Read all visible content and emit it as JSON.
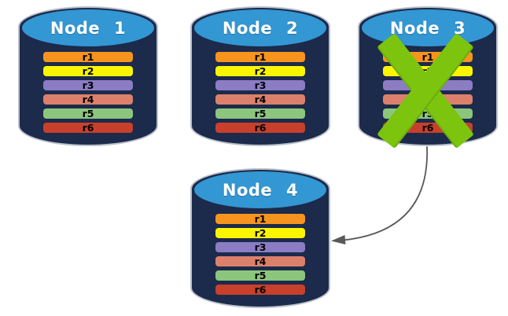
{
  "diagram": {
    "description": "Database replication failover diagram: four database nodes holding replicas r1-r6; Node 3 has failed (crossed out) and its data is redirected to Node 4",
    "colors": {
      "background": "#FFFFFF",
      "cylinder_body": "#1C2A4B",
      "cylinder_top": "#3297D3",
      "cylinder_outline": "#B9BFCB",
      "title_text": "#FFFFFF",
      "label_text": "#000000"
    },
    "nodes": [
      {
        "title": "Node 1",
        "failed": false,
        "replicas": [
          {
            "label": "r1",
            "color": "#F7941E"
          },
          {
            "label": "r2",
            "color": "#FBF502"
          },
          {
            "label": "r3",
            "color": "#8B7CC4"
          },
          {
            "label": "r4",
            "color": "#DD806B"
          },
          {
            "label": "r5",
            "color": "#8CC67D"
          },
          {
            "label": "r6",
            "color": "#C8402B"
          }
        ]
      },
      {
        "title": "Node 2",
        "failed": false,
        "replicas": [
          {
            "label": "r1",
            "color": "#F7941E"
          },
          {
            "label": "r2",
            "color": "#FBF502"
          },
          {
            "label": "r3",
            "color": "#8B7CC4"
          },
          {
            "label": "r4",
            "color": "#DD806B"
          },
          {
            "label": "r5",
            "color": "#8CC67D"
          },
          {
            "label": "r6",
            "color": "#C8402B"
          }
        ]
      },
      {
        "title": "Node 3",
        "failed": true,
        "replicas": [
          {
            "label": "r1",
            "color": "#F7941E"
          },
          {
            "label": "r2",
            "color": "#FBF502"
          },
          {
            "label": "r3",
            "color": "#8B7CC4"
          },
          {
            "label": "r4",
            "color": "#DD806B"
          },
          {
            "label": "r5",
            "color": "#8CC67D"
          },
          {
            "label": "r6",
            "color": "#C8402B"
          }
        ]
      },
      {
        "title": "Node 4",
        "failed": false,
        "replicas": [
          {
            "label": "r1",
            "color": "#F7941E"
          },
          {
            "label": "r2",
            "color": "#FBF502"
          },
          {
            "label": "r3",
            "color": "#8B7CC4"
          },
          {
            "label": "r4",
            "color": "#DD806B"
          },
          {
            "label": "r5",
            "color": "#8CC67D"
          },
          {
            "label": "r6",
            "color": "#C8402B"
          }
        ]
      }
    ],
    "failure_mark": {
      "node": "Node 3",
      "icon": "x-cross",
      "color": "#7CC40E"
    },
    "arrow": {
      "from": "Node 3",
      "to": "Node 4",
      "color": "#595959"
    }
  }
}
